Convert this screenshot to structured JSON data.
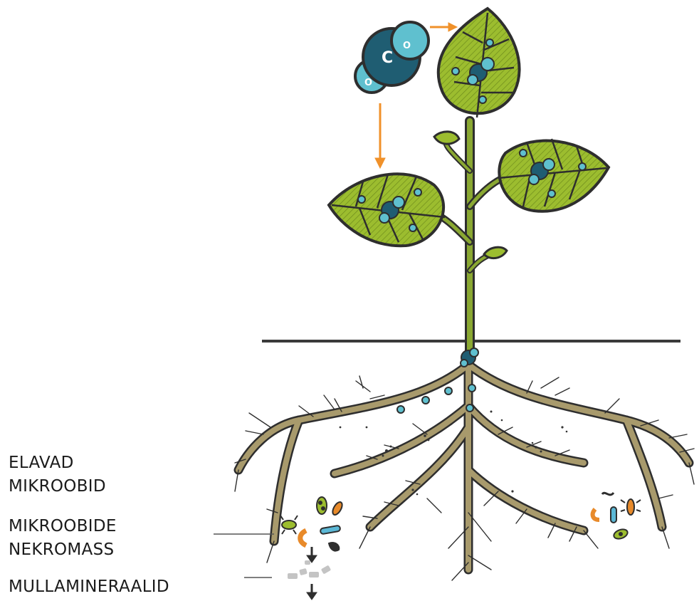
{
  "labels": {
    "living_microbes": [
      "ELAVAD",
      "MIKROOBID"
    ],
    "microbial_necromass": [
      "MIKROOBIDE",
      "NEKROMASS"
    ],
    "soil_minerals": "MULLAMINERAALID"
  },
  "molecule": {
    "carbon_letter": "C",
    "oxygen_letter": "O"
  },
  "colors": {
    "outline": "#2e2e2e",
    "leaf": "#9cbd2f",
    "stem": "#8aa832",
    "root": "#a89a6c",
    "molecule_dark": "#1f5d72",
    "molecule_light": "#5fc0cf",
    "arrow": "#f0912a",
    "microbe_orange": "#e88a2a",
    "microbe_blue": "#5bb8d6",
    "microbe_green": "#9cbd2f",
    "necromass_gray": "#c4c4c4"
  }
}
